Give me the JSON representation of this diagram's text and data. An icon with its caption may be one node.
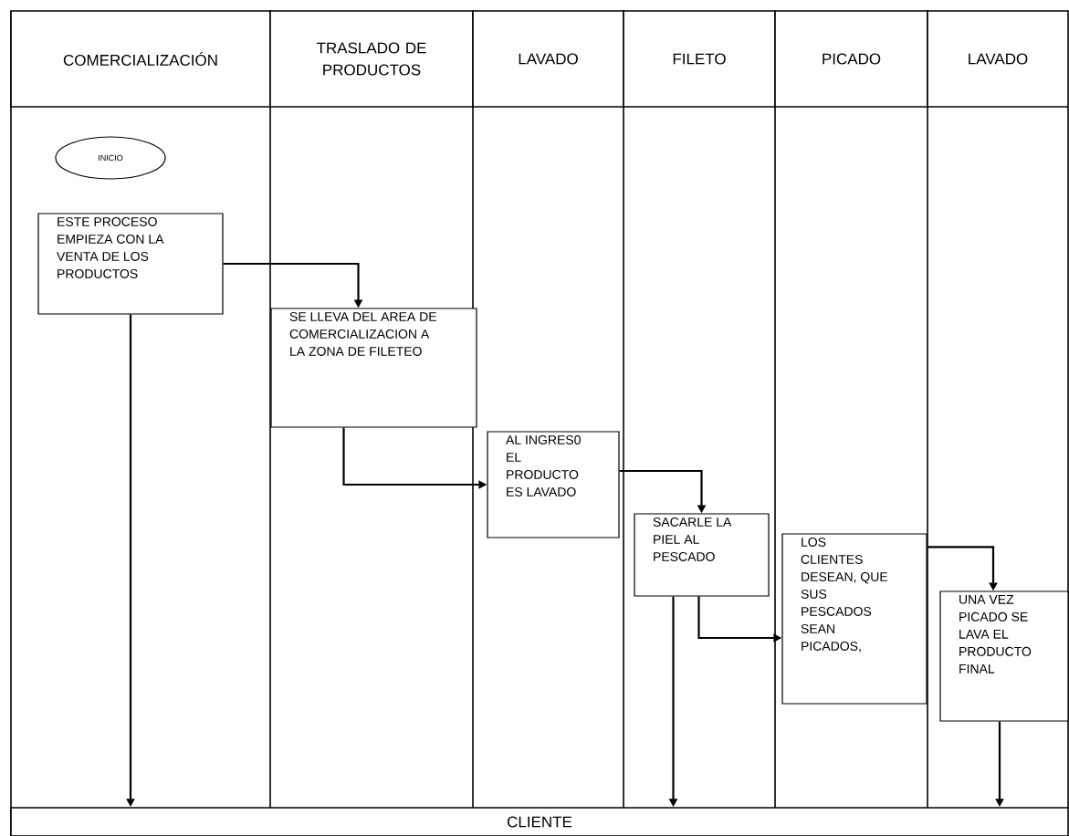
{
  "diagram": {
    "nodes": [
      {
        "text": [
          "COMERCIALIZACIÓN"
        ]
      },
      {
        "text": [
          "TRASLADO DE PRODUCTOS"
        ]
      },
      {
        "text": [
          "LAVADO"
        ]
      },
      {
        "text": [
          "FILETO"
        ]
      },
      {
        "text": [
          "PICADO"
        ]
      },
      {
        "text": [
          "LAVADO"
        ]
      },
      {
        "text": [
          "INICIO"
        ]
      },
      {
        "text": [
          "ESTE PROCESO EMPIEZA CON LA VENTA DE LOS PRODUCTOS"
        ]
      },
      {
        "text": [
          "SE LLEVA DEL AREA DE COMERCIALIZACION A LA ZONA DE FILETEO"
        ]
      },
      {
        "text": [
          "AL INGRES0 EL PRODUCTO ES LAVADO"
        ]
      },
      {
        "text": [
          "SACARLE LA PIEL AL PESCADO"
        ]
      },
      {
        "text": [
          "LOS CLIENTES DESEAN, QUE SUS PESCADOS SEAN PICADOS,"
        ]
      },
      {
        "text": [
          "UNA VEZ PICADO SE LAVA EL PRODUCTO FINAL"
        ]
      },
      {
        "text": [
          "CLIENTE"
        ]
      }
    ],
    "edges": [
      {
        "from": 7,
        "to": 8,
        "arrow": "to"
      },
      {
        "from": 8,
        "to": 9,
        "arrow": "to"
      },
      {
        "from": 9,
        "to": 10,
        "arrow": "to"
      },
      {
        "from": 10,
        "to": 11,
        "arrow": "to"
      },
      {
        "from": 11,
        "to": 12,
        "arrow": "to"
      },
      {
        "from": 7,
        "to": 13,
        "arrow": "to"
      },
      {
        "from": 10,
        "to": 13,
        "arrow": "to"
      },
      {
        "from": 12,
        "to": 13,
        "arrow": "to"
      }
    ]
  }
}
